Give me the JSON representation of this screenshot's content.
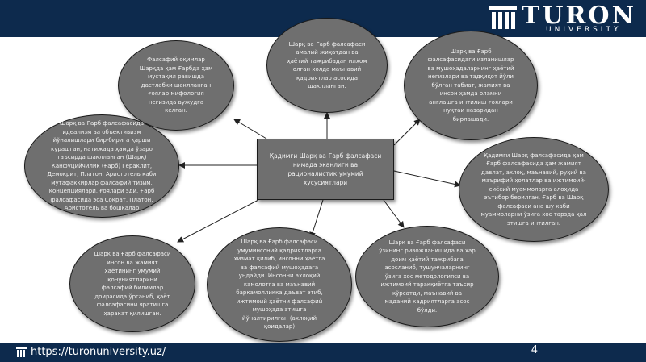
{
  "header": {
    "logo_name": "TURON",
    "logo_sub": "UNIVERSITY"
  },
  "footer": {
    "url": "https://turonuniversity.uz/",
    "page_number": "4"
  },
  "center": {
    "text": "Қадимги Шарқ ва Ғарб фалсафаси нимада эканлиги ва рационалистик умумий хусусиятлари"
  },
  "ovals": {
    "top_left": "Фалсафий оқимлар Шарқда ҳам Ғарбда ҳам мустақил равишда дастлабки шаклланган ғоялар мифология негизида вужудга келган.",
    "top_center": "Шарқ ва Ғарб фалсафаси амалий жиҳатдан ва ҳаётий тажрибадан илҳом олган холда маънавий қадриятлар асосида шаклланган.",
    "top_right": "Шарқ ва Ғарб фалсафасидаги изланишлар ва мушоҳадаларнинг ҳаётий негизлари ва тадқиқот йўли бўлган табиат, жамият ва инсон ҳамда оламни англашга интилиш ғоялари нуқтаи назаридан бирлашади.",
    "left": "Шарқ ва Ғарб фалсафасида идеализм ва объективизм йўналишлари бир-бирига қарши курашган, натижада ҳамда ўзаро таъсирда шаклланган (Шарқ) Канфуцийчилик (Ғарб) Гераклит, Демокрит, Платон, Аристотель каби мутафаккирлар фалсафий тизим, концепциялари, ғоялари эди. Ғарб фалсафасида эса Сократ, Платон, Аристотель ва бошқалар",
    "right": "Қадимги Шарқ фалсафасида ҳам Ғарб фалсафасида ҳам жамият давлат, ахлоқ, маънавий, руҳий ва маърифий ҳолатлар ва ижтимоий-сиёсий муаммоларга алоҳида эътибор берилган. Ғарб ва Шарқ фалсафаси ана шу каби муаммоларни ўзига хос тарзда ҳал этишга интилган.",
    "bottom_left": "Шарқ ва Ғарб фалсафаси инсон ва жамият ҳаётининг умумий қонуниятларини фалсафий билимлар доирасида ўрганиб, ҳаёт фалсафасини яратишга ҳаракат қилишган.",
    "bottom_center": "Шарқ ва Ғарб фалсафаси умуминсоний қадриятларга хизмат қилиб, инсонни ҳаётга ва фалсафий мушоҳадага ундайди. Инсонни ахлоқий камолотга ва маънавий баркамолликка даъват этиб, ижтимоий ҳаётни фалсафий мушоҳада этишга йўналтирилган (ахлоқий қоидалар)",
    "bottom_right": "Шарқ ва Ғарб фалсафаси ўзининг ривожланишида ва ҳар доим ҳаётий тажрибага асосланиб, тушунчаларнинг ўзига хос методологияси ва ижтимоий тараққиётга таъсир кўрсатди, маънавий ва маданий кадриятларга асос бўлди."
  }
}
